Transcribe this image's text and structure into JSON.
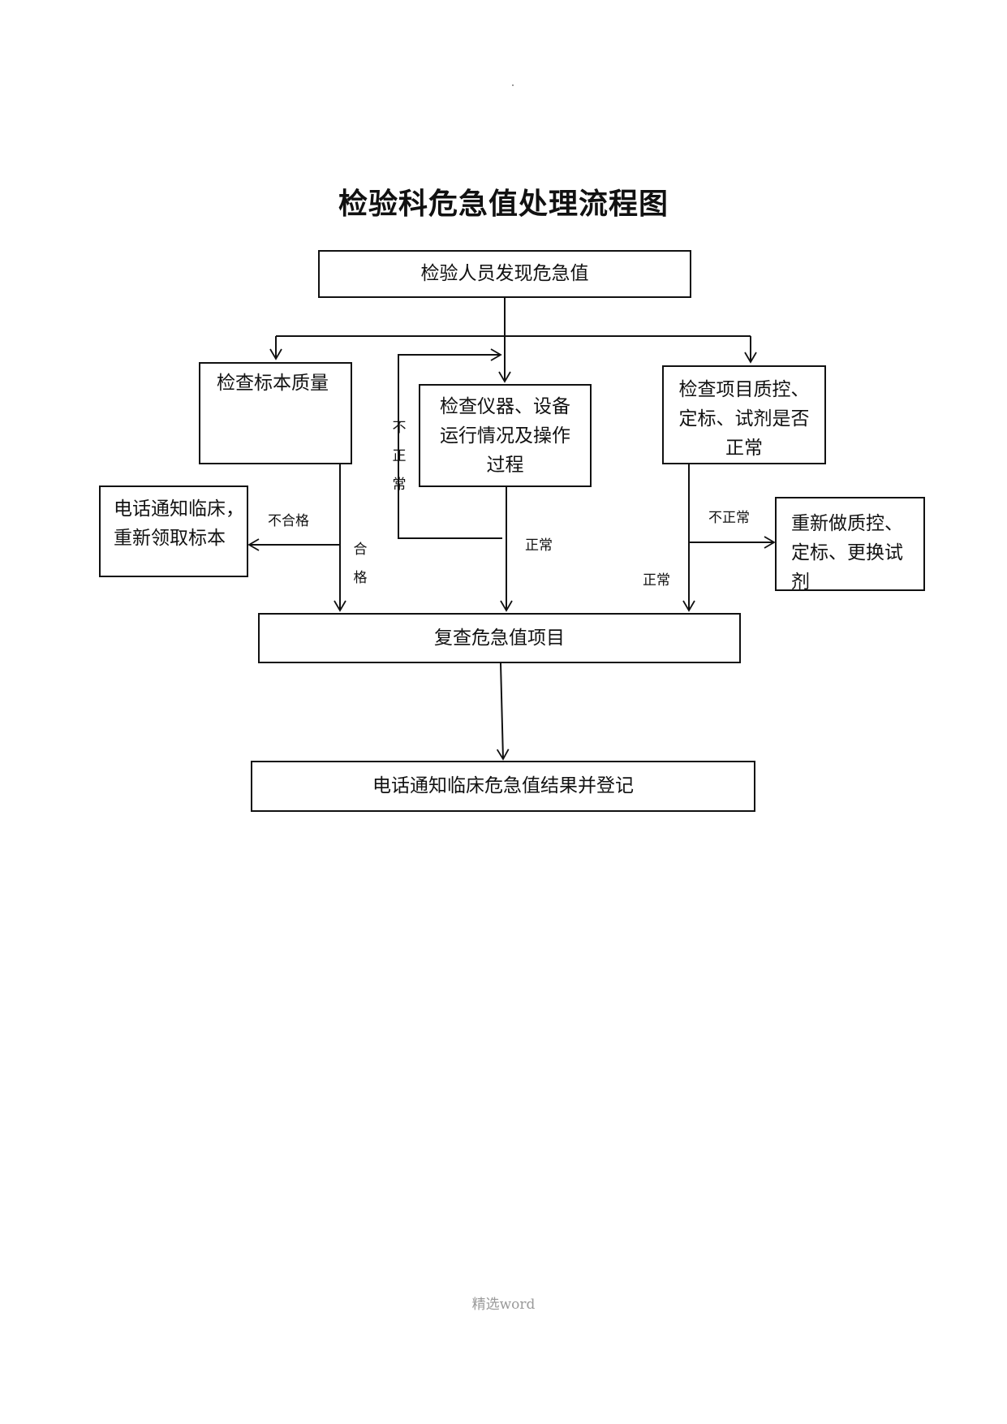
{
  "title": "检验科危急值处理流程图",
  "nodes": {
    "start": "检验人员发现危急值",
    "specimen": "检查标本质量",
    "instrument": "检查仪器、设备运行情况及操作过程",
    "qc": "检查项目质控、定标、试剂是否正常",
    "notify_recollect": "电话通知临床，重新领取标本",
    "redo_qc": "重新做质控、定标、更换试剂",
    "recheck": "复查危急值项目",
    "final": "电话通知临床危急值结果并登记"
  },
  "edge_labels": {
    "specimen_fail": "不合格",
    "specimen_pass": "合格",
    "instrument_abnormal": "不正常",
    "instrument_normal": "正常",
    "qc_abnormal": "不正常",
    "qc_normal": "正常"
  },
  "footer": "精选word"
}
